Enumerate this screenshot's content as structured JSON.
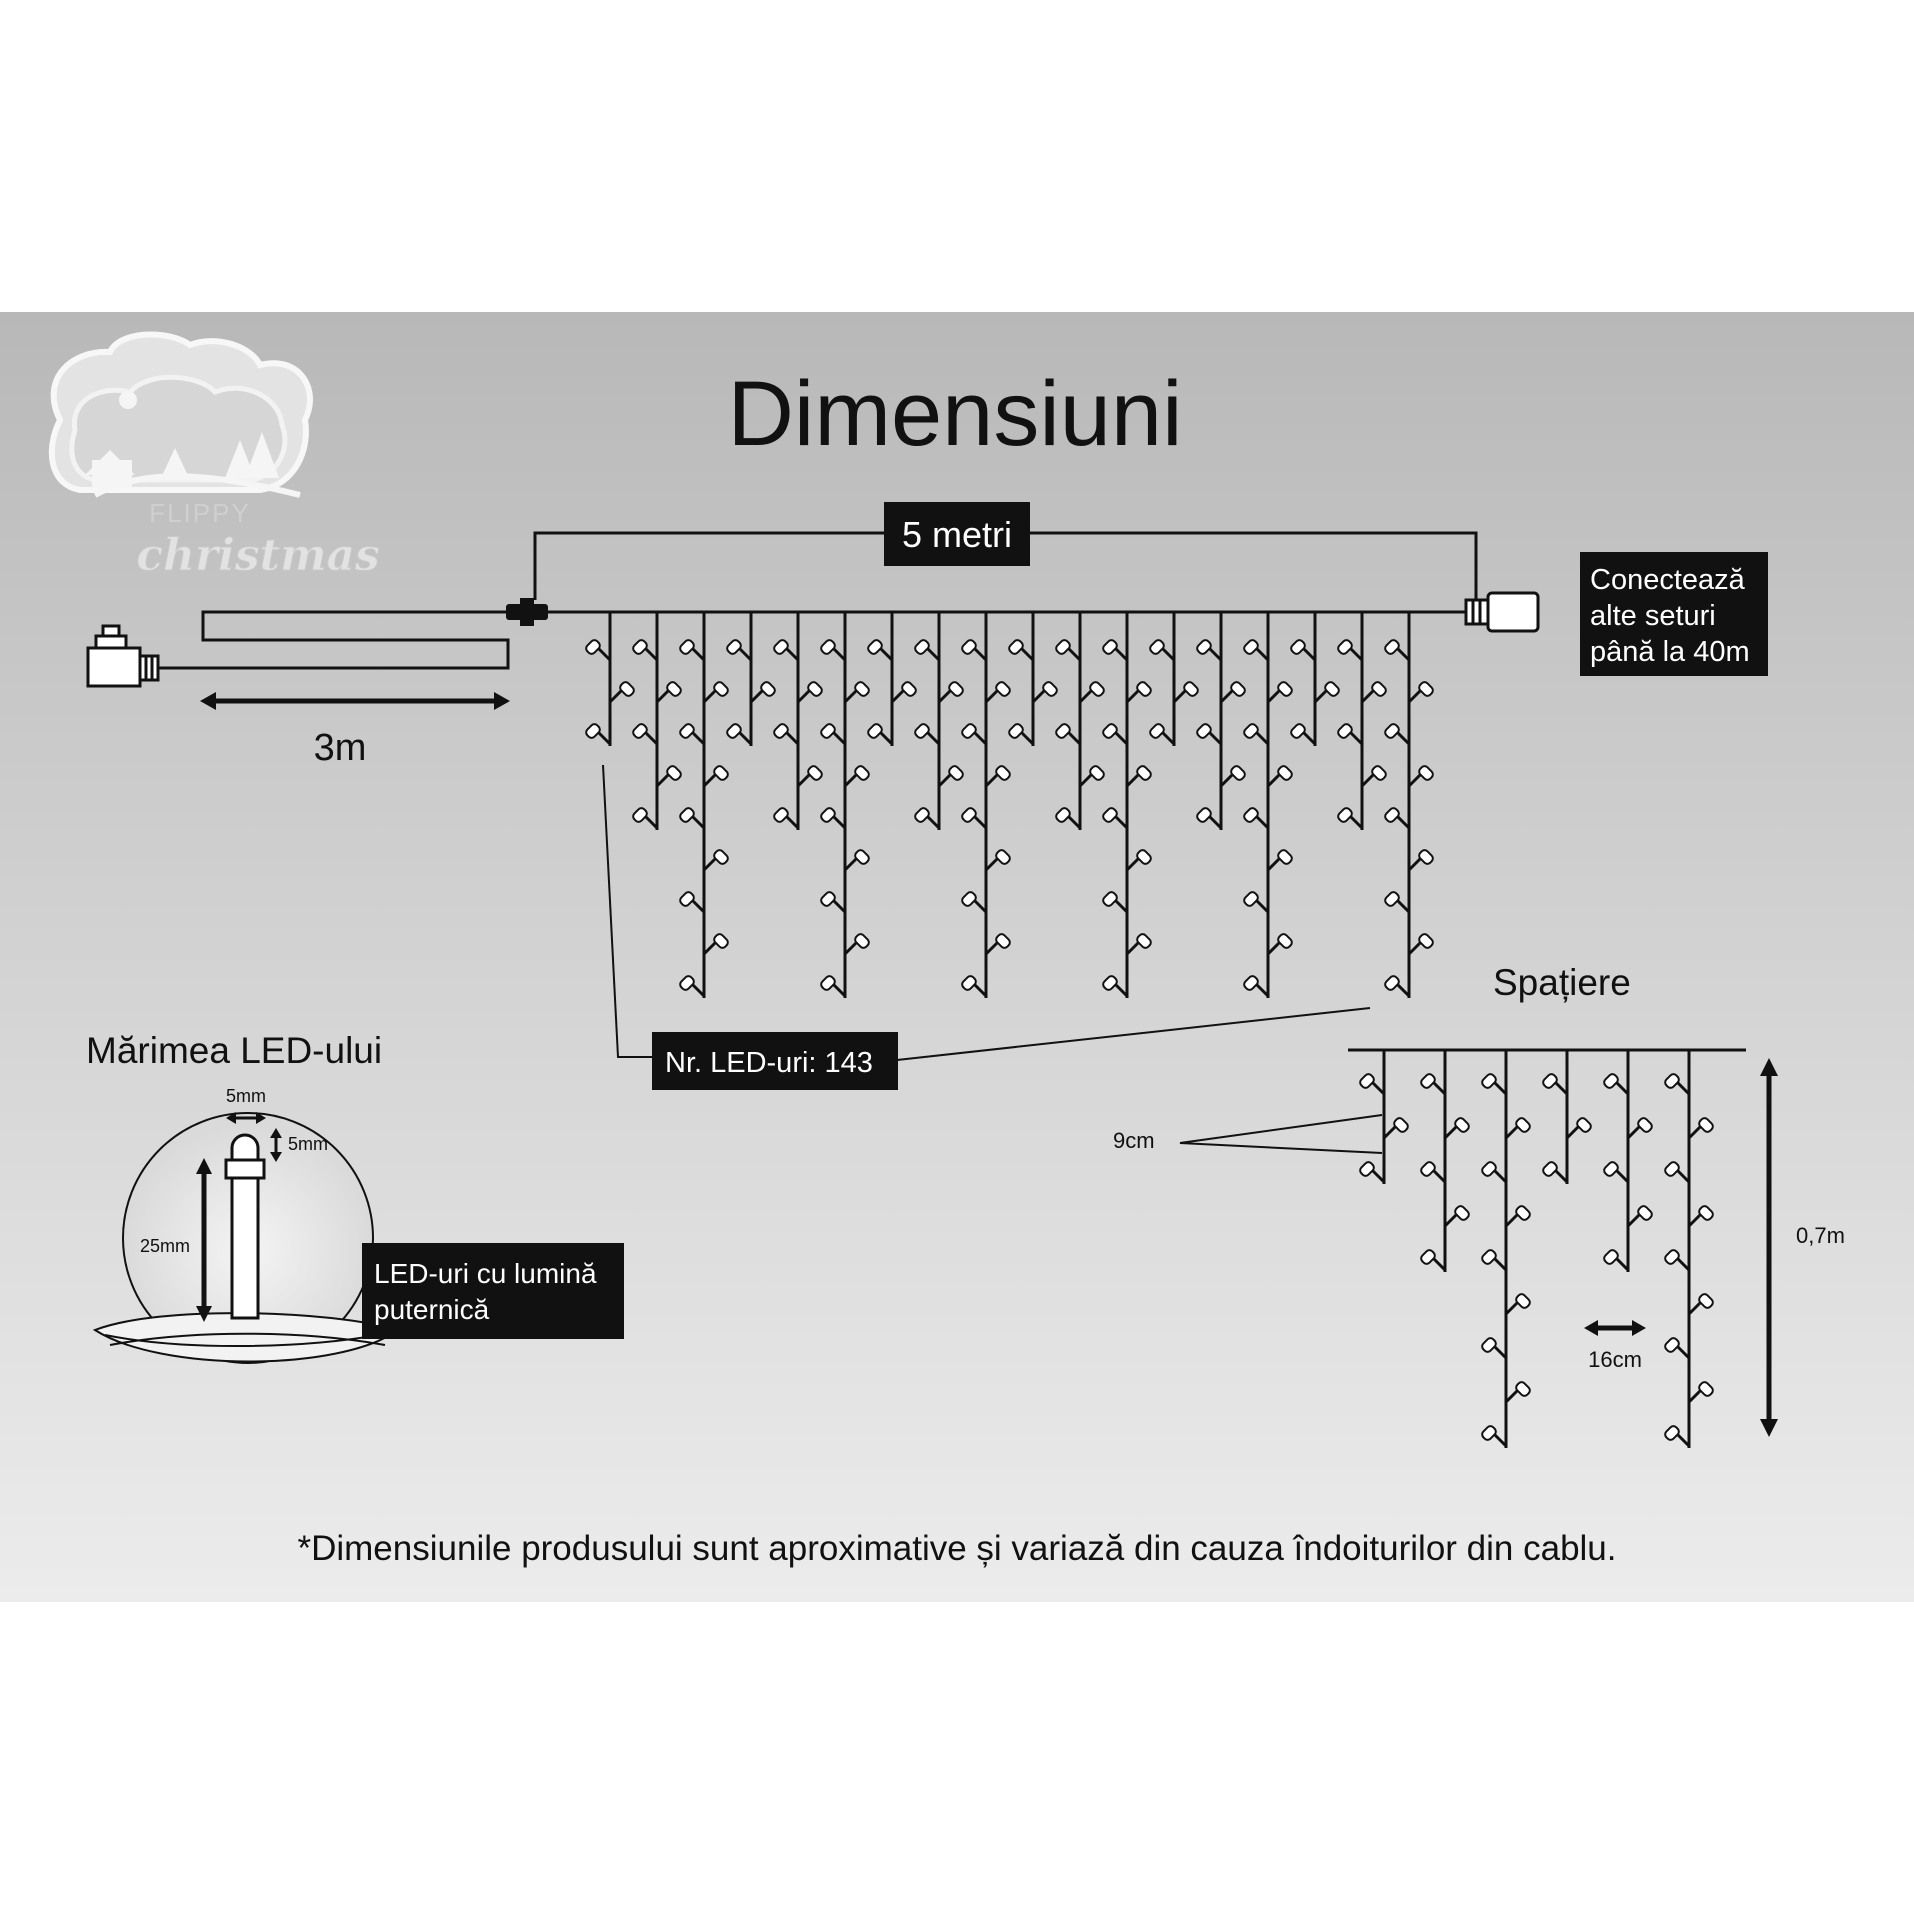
{
  "title": "Dimensiuni",
  "brand": {
    "line1": "FLIPPY",
    "line2": "christmas"
  },
  "main_length_label": "5 metri",
  "lead_cable_label": "3m",
  "connect_note": {
    "line1": "Conectează",
    "line2": "alte seturi",
    "line3": "până la 40m"
  },
  "led_count_label": "Nr. LED-uri: 143",
  "led_size": {
    "title": "Mărimea LED-ului",
    "width_label": "5mm",
    "cap_label": "5mm",
    "height_label": "25mm",
    "note_line1": "LED-uri cu lumină",
    "note_line2": "puternică"
  },
  "spacing": {
    "title": "Spațiere",
    "led_spacing_label": "9cm",
    "strand_spacing_label": "16cm",
    "height_label": "0,7m"
  },
  "footnote": "*Dimensiunile produsului sunt aproximative și variază din cauza îndoiturilor din cablu.",
  "colors": {
    "ink": "#111111",
    "background_light": "#ececec",
    "background_dark": "#b8b8b8",
    "label_box": "#111111",
    "label_text": "#ffffff"
  }
}
